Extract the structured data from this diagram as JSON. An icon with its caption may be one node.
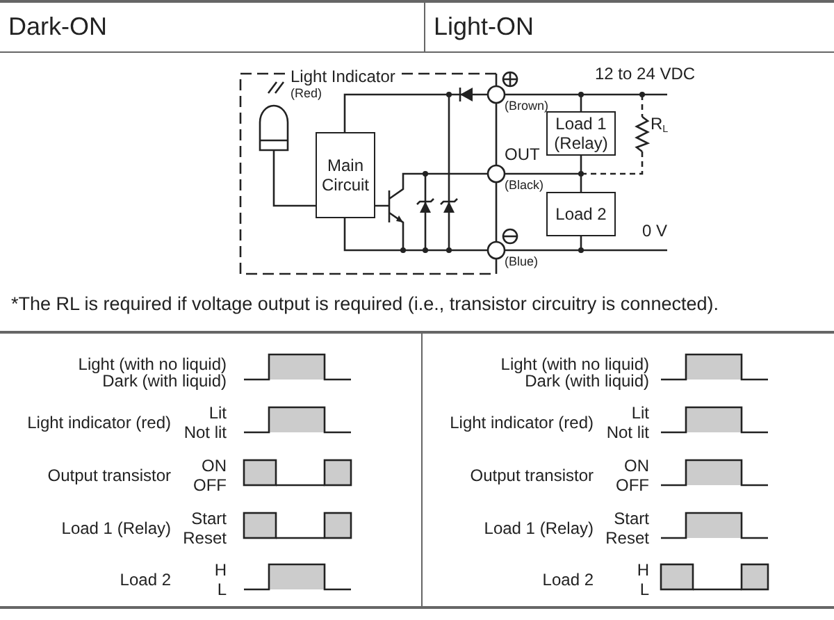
{
  "diagram": {
    "nodes": [
      {
        "text": [
          "Main Circuit"
        ]
      },
      {
        "text": [
          "Load 1 (Relay)"
        ]
      },
      {
        "text": [
          "Load 2"
        ]
      }
    ],
    "edges": [
      {
        "from": 1,
        "to": 2,
        "arrow": "none"
      }
    ],
    "labels": [
      "Dark-ON",
      "Light-ON",
      "Light Indicator",
      "(Red)",
      "12 to 24 VDC",
      "(Brown)",
      "R$_{L}$",
      "OUT",
      "(Black)",
      "0 V",
      "(Blue)",
      "*The RL is required if voltage output is required (i.e., transistor circuitry is connected).",
      "Light (with no liquid)",
      "Dark (with liquid)",
      "Light indicator (red)",
      "Lit",
      "Not lit",
      "Output transistor",
      "ON",
      "OFF",
      "Load 1 (Relay)",
      "Start",
      "Reset",
      "Load 2",
      "H",
      "L",
      "Light (with no liquid)",
      "Dark (with liquid)",
      "Light indicator (red)",
      "Lit",
      "Not lit",
      "Output transistor",
      "ON",
      "OFF",
      "Load 1 (Relay)",
      "Start",
      "Reset",
      "Load 2",
      "H",
      "L"
    ]
  }
}
